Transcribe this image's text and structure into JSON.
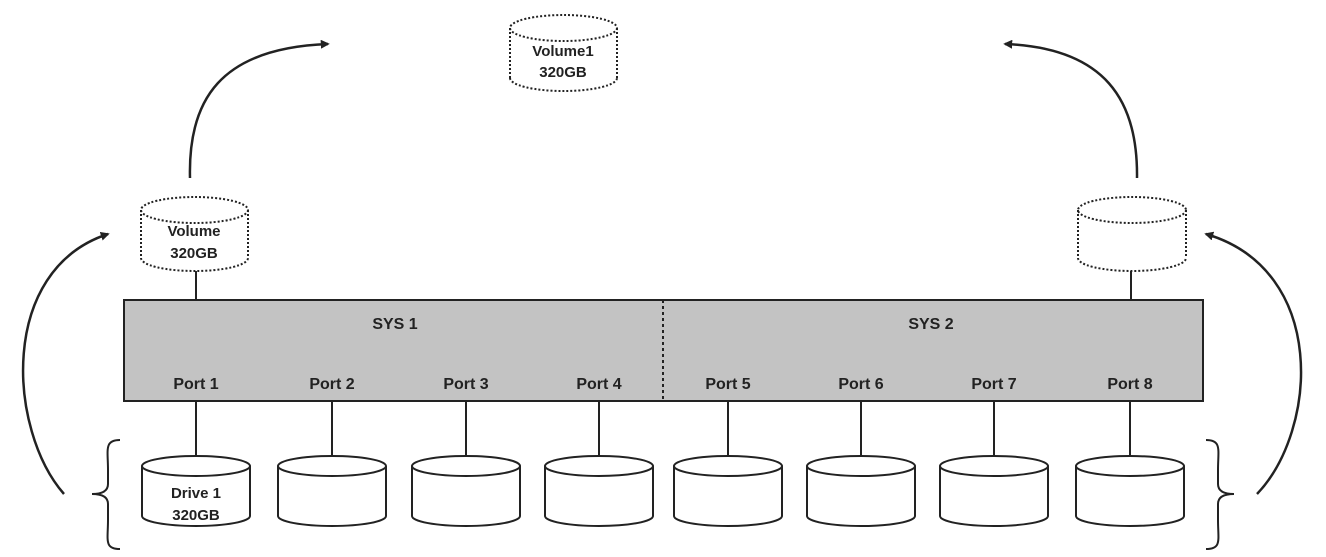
{
  "colors": {
    "enclosure_fill": "#c3c3c3",
    "stroke": "#222222",
    "background": "#ffffff"
  },
  "top_volume": {
    "name": "Volume1",
    "size": "320GB"
  },
  "left_volume": {
    "name": "Volume",
    "size": "320GB"
  },
  "right_volume": {
    "name": "",
    "size": ""
  },
  "systems": [
    {
      "label": "SYS 1"
    },
    {
      "label": "SYS 2"
    }
  ],
  "ports": [
    "Port 1",
    "Port 2",
    "Port 3",
    "Port 4",
    "Port 5",
    "Port 6",
    "Port 7",
    "Port 8"
  ],
  "drives": [
    {
      "name": "Drive 1",
      "size": "320GB"
    },
    {
      "name": "",
      "size": ""
    },
    {
      "name": "",
      "size": ""
    },
    {
      "name": "",
      "size": ""
    },
    {
      "name": "",
      "size": ""
    },
    {
      "name": "",
      "size": ""
    },
    {
      "name": "",
      "size": ""
    },
    {
      "name": "",
      "size": ""
    }
  ]
}
